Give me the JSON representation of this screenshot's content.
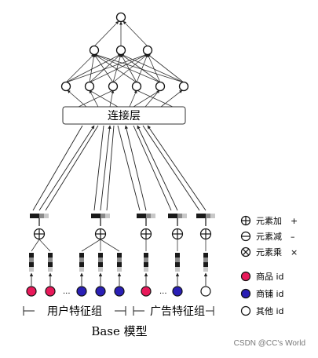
{
  "concat_label": "连接层",
  "ellipsis": "...",
  "colors": {
    "item_id": "#e8195a",
    "shop_id": "#2a1fb5",
    "other_id": "#ffffff"
  },
  "legend": [
    {
      "symbol": "⊕",
      "label": "元素加",
      "mark": "+"
    },
    {
      "symbol": "⊖",
      "label": "元素减",
      "mark": "–"
    },
    {
      "symbol": "⊗",
      "label": "元素乘",
      "mark": "×"
    },
    {
      "icon": "item-id",
      "label": "商品 id"
    },
    {
      "icon": "shop-id",
      "label": "商铺 id"
    },
    {
      "icon": "other-id",
      "label": "其他 id"
    }
  ],
  "groups": {
    "user": "用户特征组",
    "ad": "广告特征组"
  },
  "model_title": "Base 模型",
  "watermark": "CSDN @CC's World"
}
